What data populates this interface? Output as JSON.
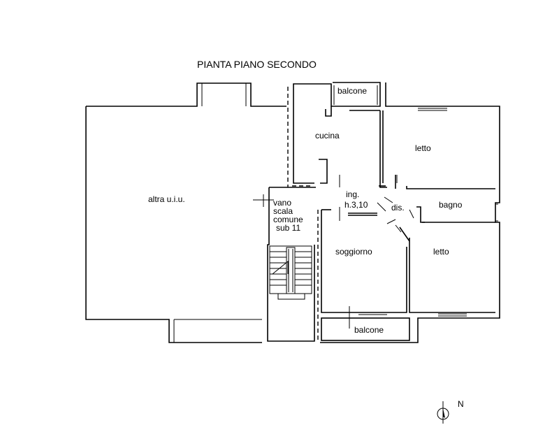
{
  "title": "PIANTA PIANO SECONDO",
  "rooms": {
    "altra": "altra u.i.u.",
    "balcone_top": "balcone",
    "cucina": "cucina",
    "letto_top": "letto",
    "ing_1": "ing.",
    "ing_2": "h.3,10",
    "dis": "dis.",
    "bagno": "bagno",
    "vano_1": "vano",
    "vano_2": "scala",
    "vano_3": "comune",
    "vano_4": "sub 11",
    "soggiorno": "soggiorno",
    "letto_bottom": "letto",
    "balcone_bottom": "balcone"
  },
  "north": "N"
}
